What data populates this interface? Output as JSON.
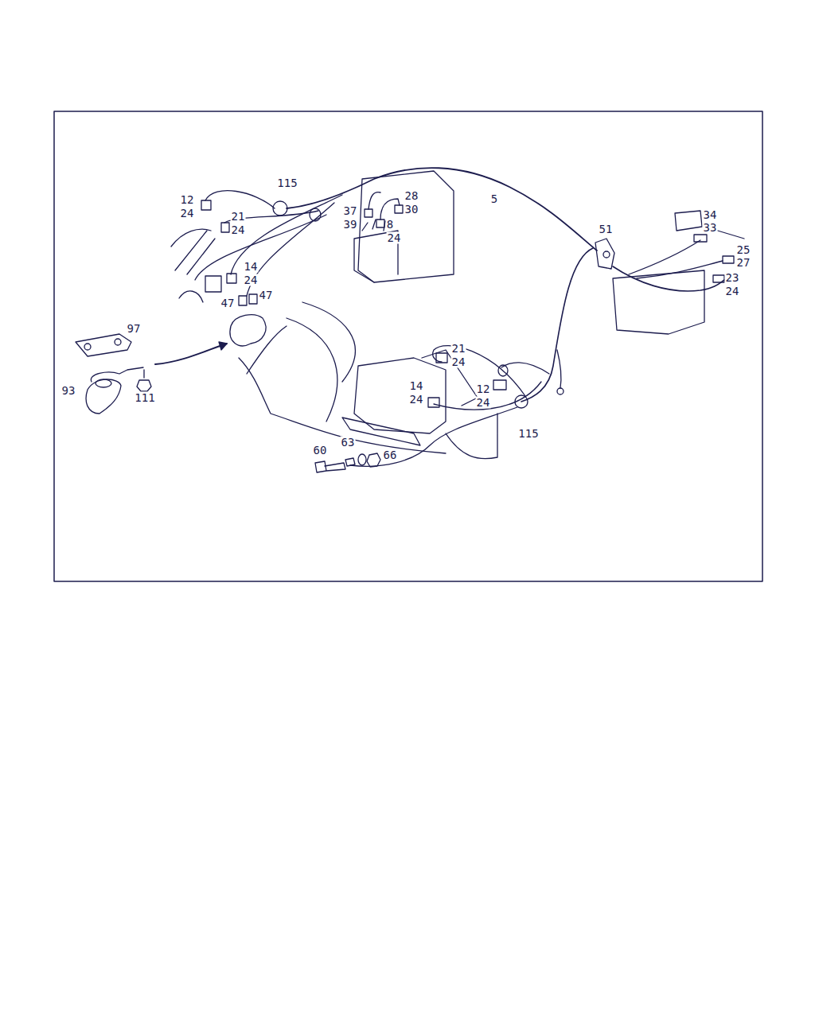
{
  "diagram": {
    "labels": [
      "115",
      "12",
      "24",
      "21",
      "24",
      "28",
      "30",
      "5",
      "37",
      "39",
      "8",
      "24",
      "14",
      "24",
      "47",
      "47",
      "51",
      "34",
      "33",
      "25",
      "27",
      "23",
      "24",
      "97",
      "93",
      "111",
      "21",
      "24",
      "14",
      "24",
      "12",
      "24",
      "115",
      "60",
      "63",
      "66"
    ]
  }
}
